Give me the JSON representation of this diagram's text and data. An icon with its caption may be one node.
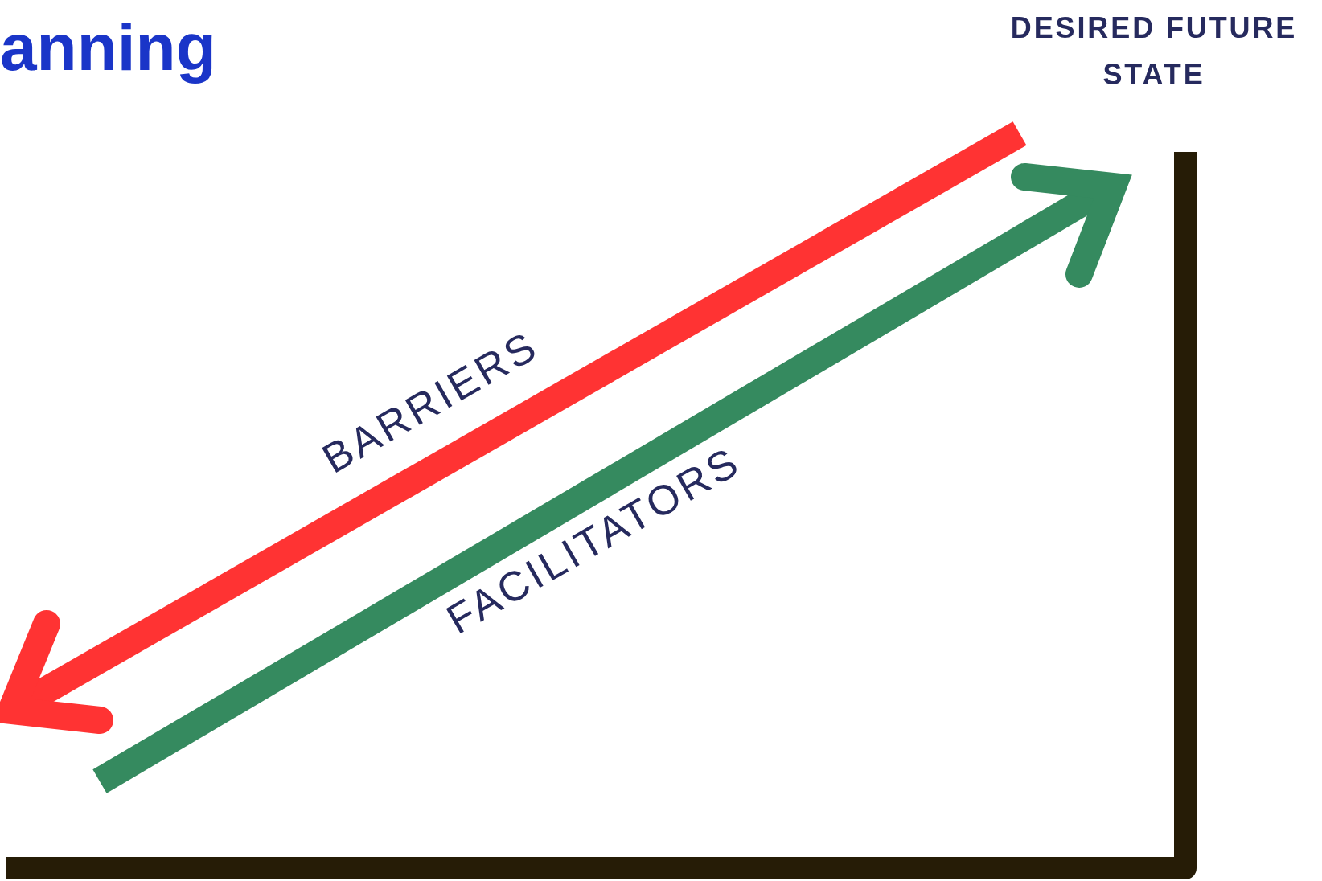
{
  "diagram": {
    "title": "anning",
    "labels": [
      "DESIRED FUTURE STATE",
      "BARRIERS",
      "FACILITATORS"
    ]
  }
}
